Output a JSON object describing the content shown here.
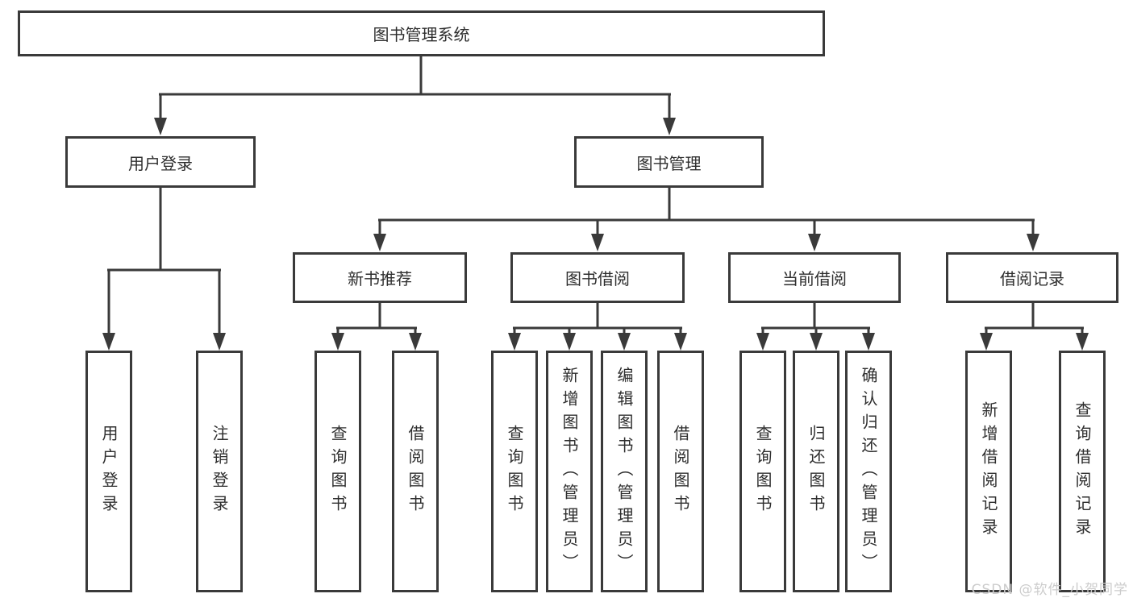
{
  "diagram": {
    "root": "图书管理系统",
    "level2": {
      "user_login": "用户登录",
      "book_management": "图书管理"
    },
    "level3": {
      "new_book_recommendation": "新书推荐",
      "book_borrowing": "图书借阅",
      "current_borrowing": "当前借阅",
      "borrowing_records": "借阅记录"
    },
    "leaves": {
      "user_login": "用户登录",
      "logout": "注销登录",
      "nbr_query_books": "查询图书",
      "nbr_borrow_books": "借阅图书",
      "bb_query_books": "查询图书",
      "bb_add_books": "新增图书（管理员）",
      "bb_edit_books": "编辑图书（管理员）",
      "bb_borrow_books": "借阅图书",
      "cb_query_books": "查询图书",
      "cb_return_books": "归还图书",
      "cb_confirm_return": "确认归还（管理员）",
      "br_add_record": "新增借阅记录",
      "br_query_record": "查询借阅记录"
    },
    "watermark": "CSDN @软件_小贺同学"
  },
  "colors": {
    "line": "#3a3a3a",
    "text": "#2e2e2e",
    "watermark": "#cccccc",
    "background": "#ffffff"
  }
}
